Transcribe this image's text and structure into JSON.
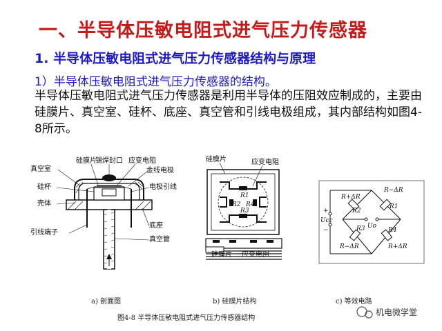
{
  "title": "一、半导体压敏电阻式进气压力传感器",
  "heading1": {
    "num": "1.",
    "text": "半导体压敏电阻式进气压力传感器结构与原理"
  },
  "heading2": "1）半导体压敏电阻式进气压力传感器的结构。",
  "paragraph": "半导体压敏电阻式进气压力传感器是利用半导体的压阻效应制成的，主要由硅膜片、真空室、硅杯、底座、真空管和引线电极组成，其内部结构如图4-8所示。",
  "figure": {
    "a": {
      "labels": {
        "silicon_diaphragm": "硅膜片",
        "solder_seal": "锡焊封口",
        "strain_resistor": "应变电阻",
        "vacuum_chamber": "真空室",
        "gold_electrode": "金线电极",
        "silicon_cup": "硅杯",
        "lead_electrode": "电极引线",
        "housing": "壳体",
        "base": "底座",
        "terminal": "引线端子",
        "vacuum_tube": "真空管"
      },
      "caption": "a) 剖面图"
    },
    "b": {
      "labels": {
        "silicon_diaphragm": "硅膜片",
        "strain_resistor": "应变电阻",
        "silicon_diaphragm_2": "硅膜片",
        "strain_resistor_2": "应变电阻"
      },
      "resistors": [
        "R1",
        "R2",
        "R3",
        "R4"
      ],
      "caption": "b) 硅膜片结构"
    },
    "c": {
      "labels": {
        "tl": "R+ΔR",
        "tr": "R−ΔR",
        "bl": "R−ΔR",
        "br": "R+ΔR",
        "r1": "R1",
        "r2": "R2",
        "r3": "R3",
        "r4": "R4",
        "ucc": "Ucc",
        "uo": "Uo",
        "plus": "+",
        "minus": "−"
      },
      "caption": "c) 等效电路"
    },
    "caption": "图4-8  半导体压敏电阻式进气压力传感器结构"
  },
  "watermark": "机电微学堂",
  "colors": {
    "title": "#c41a1a",
    "heading": "#1d1ac4",
    "text": "#111111"
  }
}
